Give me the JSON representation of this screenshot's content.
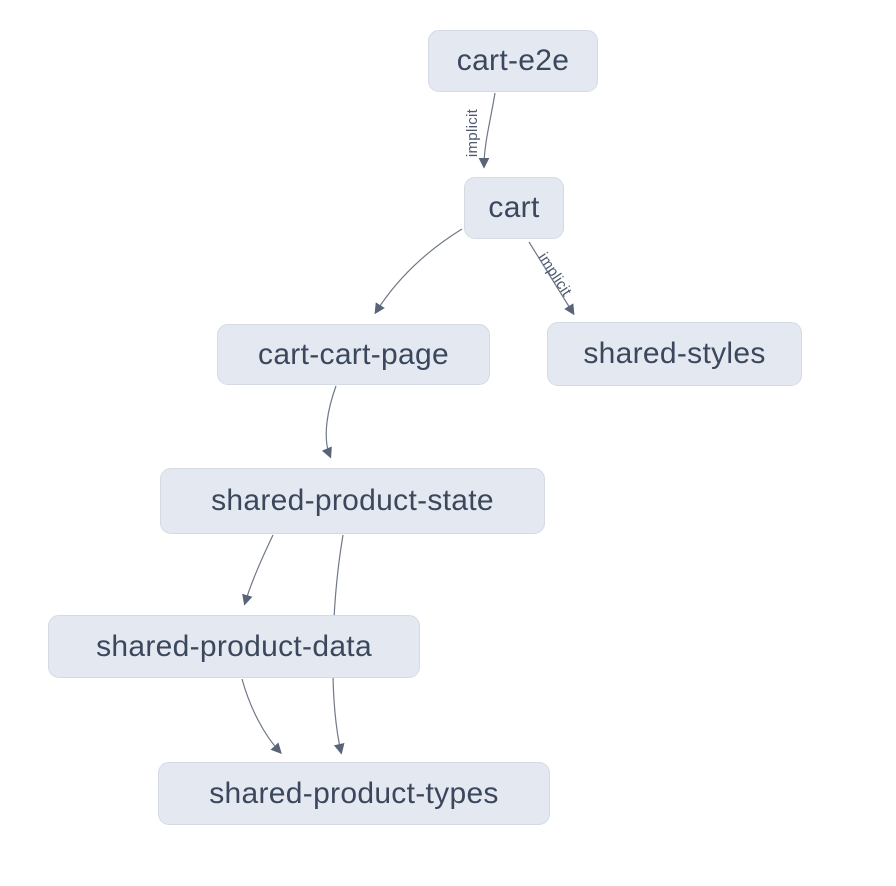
{
  "graph": {
    "nodes": [
      {
        "id": "cart-e2e",
        "label": "cart-e2e"
      },
      {
        "id": "cart",
        "label": "cart"
      },
      {
        "id": "cart-cart-page",
        "label": "cart-cart-page"
      },
      {
        "id": "shared-styles",
        "label": "shared-styles"
      },
      {
        "id": "shared-product-state",
        "label": "shared-product-state"
      },
      {
        "id": "shared-product-data",
        "label": "shared-product-data"
      },
      {
        "id": "shared-product-types",
        "label": "shared-product-types"
      }
    ],
    "edges": [
      {
        "from": "cart-e2e",
        "to": "cart",
        "label": "implicit"
      },
      {
        "from": "cart",
        "to": "cart-cart-page",
        "label": ""
      },
      {
        "from": "cart",
        "to": "shared-styles",
        "label": "implicit"
      },
      {
        "from": "cart-cart-page",
        "to": "shared-product-state",
        "label": ""
      },
      {
        "from": "shared-product-state",
        "to": "shared-product-data",
        "label": ""
      },
      {
        "from": "shared-product-state",
        "to": "shared-product-types",
        "label": ""
      },
      {
        "from": "shared-product-data",
        "to": "shared-product-types",
        "label": ""
      }
    ],
    "colors": {
      "background": "#ffffff",
      "node_fill": "#e4e9f1",
      "node_border": "#d4dbe5",
      "node_text": "#3b475c",
      "edge_line": "#6f7888",
      "edge_label": "#4f5a70",
      "arrowhead": "#5a6478"
    }
  }
}
